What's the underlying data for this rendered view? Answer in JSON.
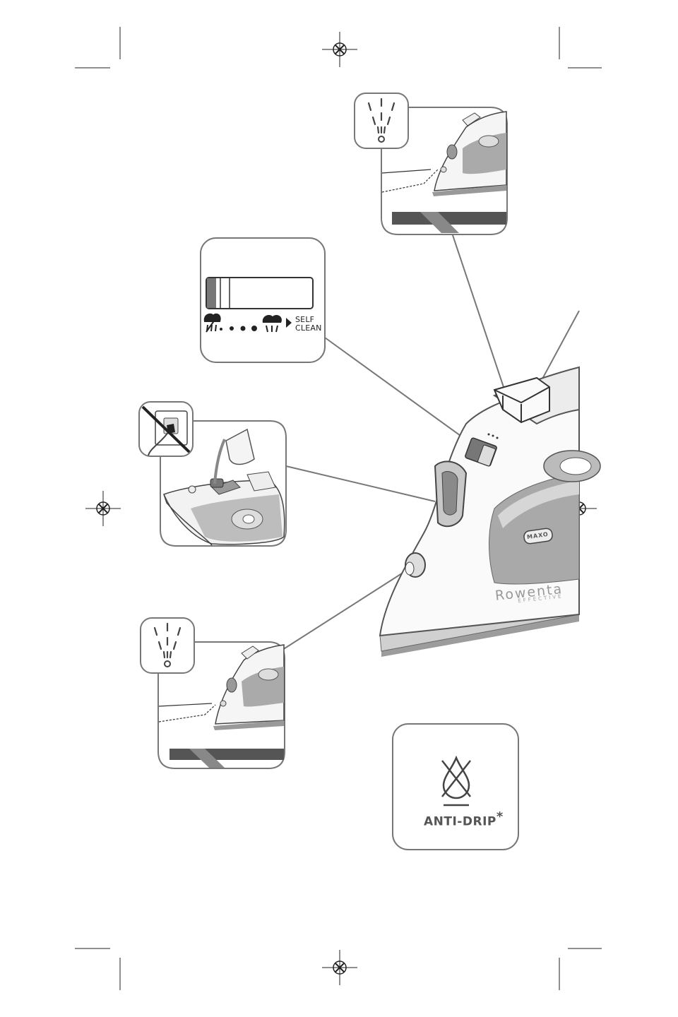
{
  "steam_dial": {
    "self_clean_line1": "SELF",
    "self_clean_line2": "CLEAN"
  },
  "anti_drip": {
    "label": "ANTI-DRIP",
    "asterisk": "*"
  },
  "iron": {
    "brand": "Rowenta",
    "brand_sub": "EFFECTIVE",
    "button_label": "MAXO"
  },
  "colors": {
    "line": "#777777",
    "dark": "#333333",
    "mid_gray": "#8c8c8c",
    "light_gray": "#cfcfcf"
  }
}
